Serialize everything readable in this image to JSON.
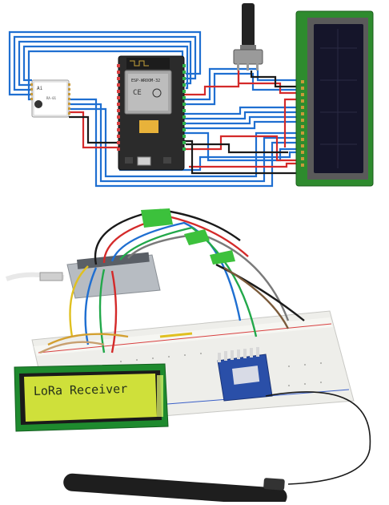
{
  "schematic": {
    "module_label": "Ai-Thinker RA-01",
    "esp_label": "ESP-WROOM-32",
    "wire_colors": {
      "blue": "#1f6fd1",
      "red": "#d42a2a",
      "black": "#1a1a1a"
    },
    "lcd_bezel_color": "#2e8b2e",
    "lcd_screen_color": "#15152a"
  },
  "photo": {
    "lcd_text": "LoRa Receiver",
    "lcd_backlight_color": "#cfe03a",
    "breadboard_color": "#eeeeea",
    "module_color": "#2a4fa8"
  }
}
